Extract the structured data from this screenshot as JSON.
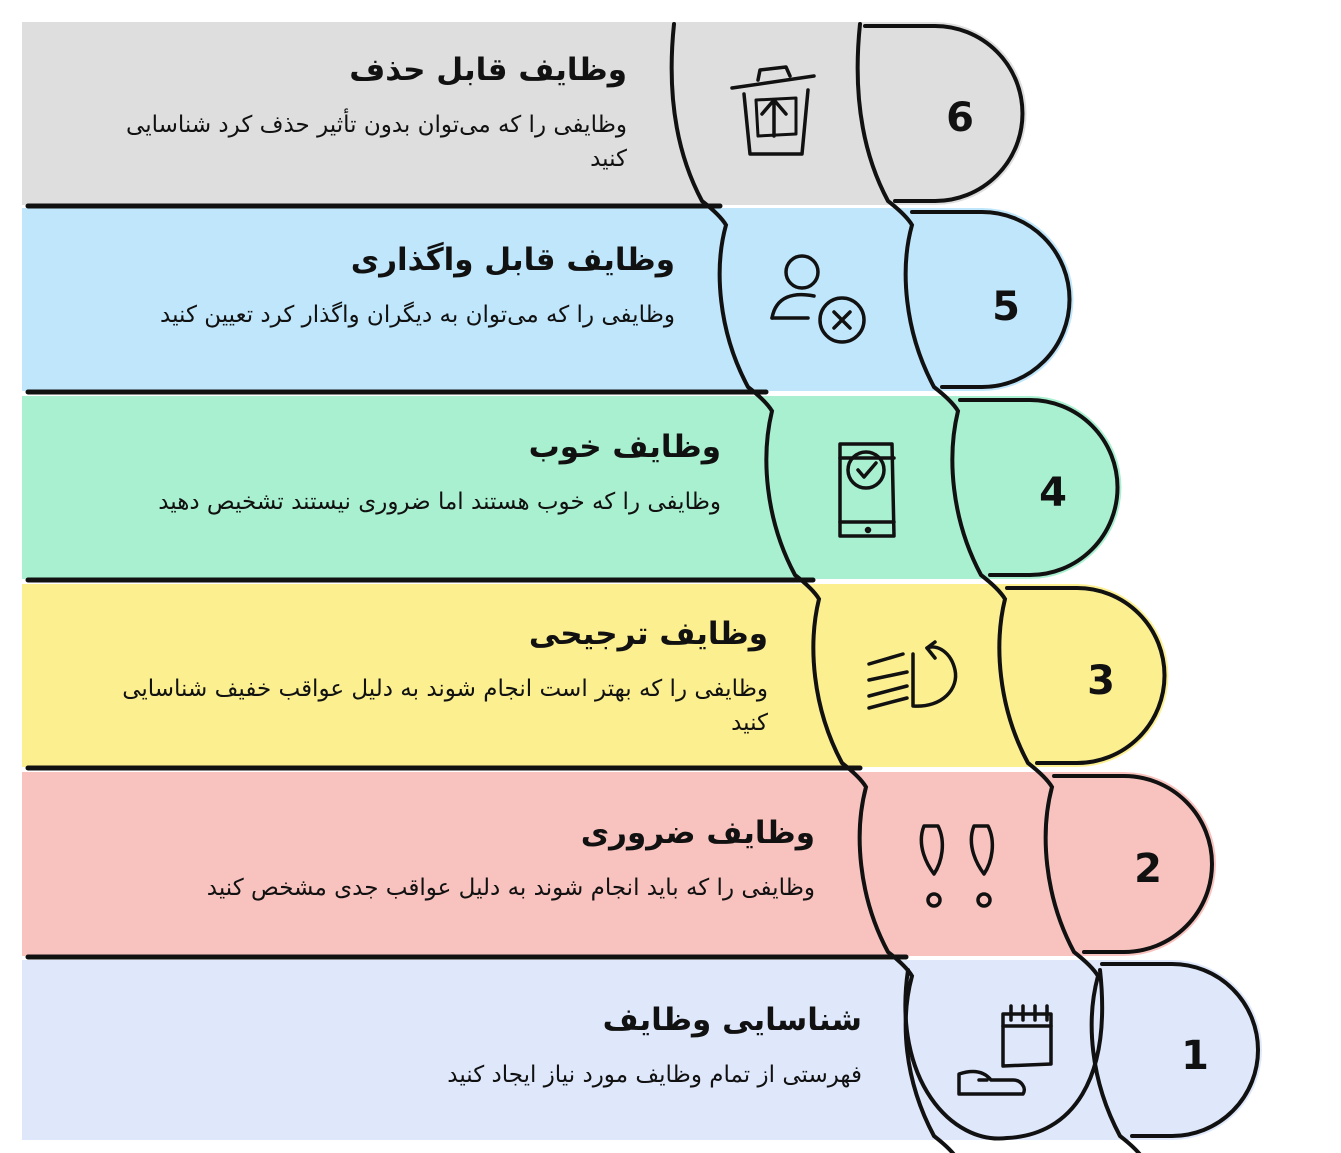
{
  "colors": {
    "outline": "#111111",
    "steps": [
      "#dfe8fb",
      "#f8c3bf",
      "#fbef8f",
      "#a8f0d0",
      "#bfe6fb",
      "#dedede"
    ]
  },
  "steps": [
    {
      "number": "1",
      "title": "شناسایی وظایف",
      "description": "فهرستی از تمام وظایف مورد نیاز ایجاد کنید",
      "icon": "calendar-hand-icon"
    },
    {
      "number": "2",
      "title": "وظایف ضروری",
      "description": "وظایفی را که باید انجام شوند به دلیل عواقب جدی مشخص کنید",
      "icon": "double-exclamation-icon"
    },
    {
      "number": "3",
      "title": "وظایف ترجیحی",
      "description": "وظایفی را که بهتر است انجام شوند به دلیل عواقب خفیف شناسایی کنید",
      "icon": "fast-timer-icon"
    },
    {
      "number": "4",
      "title": "وظایف خوب",
      "description": "وظایفی را که خوب هستند اما ضروری نیستند تشخیص دهید",
      "icon": "phone-check-icon"
    },
    {
      "number": "5",
      "title": "وظایف قابل واگذاری",
      "description": "وظایفی را که می‌توان به دیگران واگذار کرد تعیین کنید",
      "icon": "user-remove-icon"
    },
    {
      "number": "6",
      "title": "وظایف قابل حذف",
      "description": "وظایفی را که می‌توان بدون تأثیر حذف کرد شناسایی کنید",
      "icon": "trash-upload-icon"
    }
  ]
}
